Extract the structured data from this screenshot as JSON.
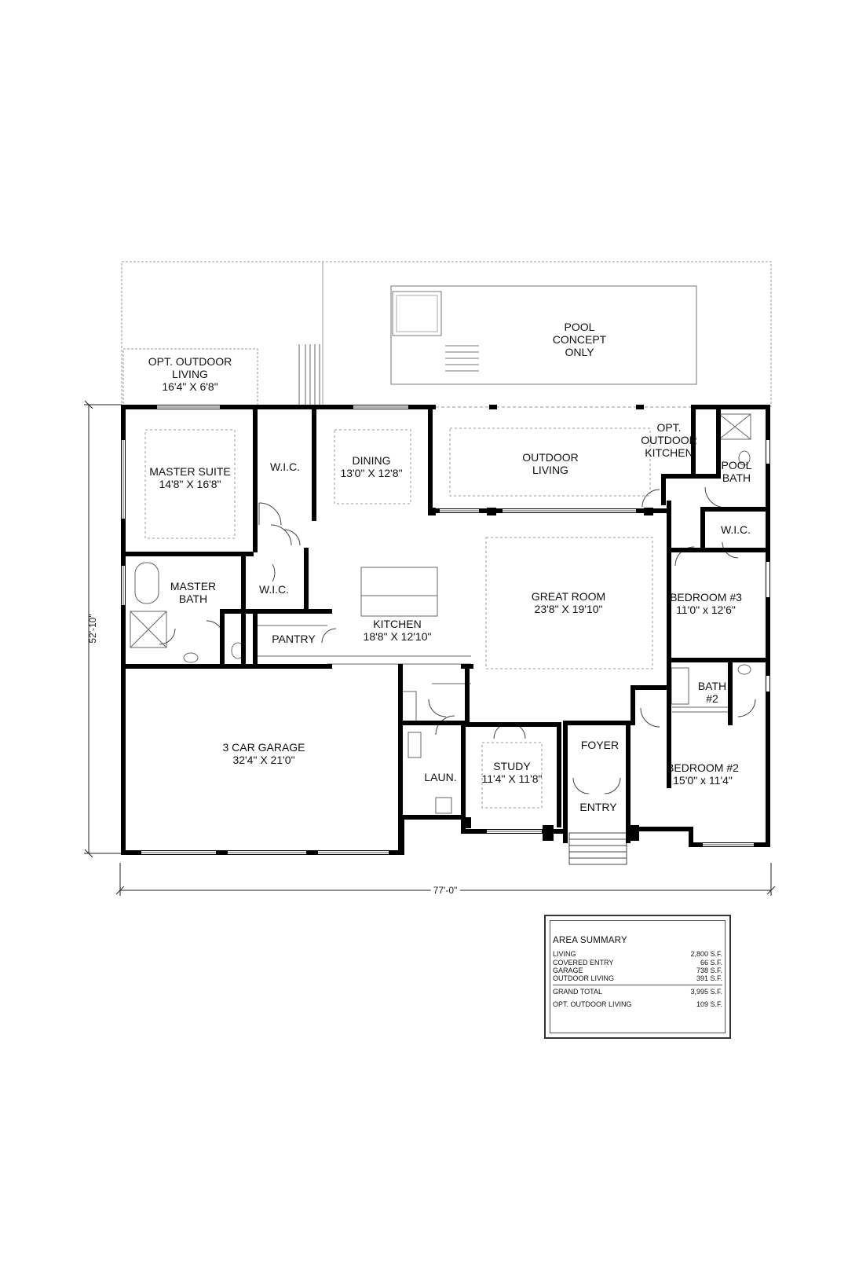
{
  "rooms": {
    "pool": {
      "name": "POOL\nCONCEPT\nONLY",
      "dims": ""
    },
    "opt_outdoor_living": {
      "name": "OPT. OUTDOOR\nLIVING",
      "dims": "16'4\" X 6'8\""
    },
    "master_suite": {
      "name": "MASTER SUITE",
      "dims": "14'8\" X 16'8\""
    },
    "wic_master_upper": {
      "name": "W.I.C.",
      "dims": ""
    },
    "dining": {
      "name": "DINING",
      "dims": "13'0\" X 12'8\""
    },
    "outdoor_living": {
      "name": "OUTDOOR\nLIVING",
      "dims": ""
    },
    "opt_outdoor_kitchen": {
      "name": "OPT.\nOUTDOOR\nKITCHEN",
      "dims": ""
    },
    "pool_bath": {
      "name": "POOL\nBATH",
      "dims": ""
    },
    "wic_bedroom3": {
      "name": "W.I.C.",
      "dims": ""
    },
    "master_bath": {
      "name": "MASTER\nBATH",
      "dims": ""
    },
    "wic_master_lower": {
      "name": "W.I.C.",
      "dims": ""
    },
    "great_room": {
      "name": "GREAT ROOM",
      "dims": "23'8\" X 19'10\""
    },
    "bedroom3": {
      "name": "BEDROOM #3",
      "dims": "11'0\" x 12'6\""
    },
    "kitchen": {
      "name": "KITCHEN",
      "dims": "18'8\" X 12'10\""
    },
    "pantry": {
      "name": "PANTRY",
      "dims": ""
    },
    "bath2": {
      "name": "BATH\n#2",
      "dims": ""
    },
    "garage": {
      "name": "3 CAR GARAGE",
      "dims": "32'4\" X 21'0\""
    },
    "foyer": {
      "name": "FOYER",
      "dims": ""
    },
    "study": {
      "name": "STUDY",
      "dims": "11'4\" X 11'8\""
    },
    "bedroom2": {
      "name": "BEDROOM #2",
      "dims": "15'0\" x 11'4\""
    },
    "laundry": {
      "name": "LAUN.",
      "dims": ""
    },
    "entry": {
      "name": "ENTRY",
      "dims": ""
    }
  },
  "dimensions": {
    "depth": "52'-10\"",
    "width": "77'-0\""
  },
  "area_summary": {
    "title": "AREA SUMMARY",
    "rows": [
      {
        "label": "LIVING",
        "value": "2,800 S.F."
      },
      {
        "label": "COVERED ENTRY",
        "value": "66 S.F."
      },
      {
        "label": "GARAGE",
        "value": "738 S.F."
      },
      {
        "label": "OUTDOOR LIVING",
        "value": "391 S.F."
      }
    ],
    "grand_total": {
      "label": "GRAND TOTAL",
      "value": "3,995 S.F."
    },
    "optional": {
      "label": "OPT. OUTDOOR LIVING",
      "value": "109 S.F."
    }
  },
  "colors": {
    "wall": "#000000",
    "line": "#8a8a8a",
    "dash": "#9a9a9a"
  }
}
